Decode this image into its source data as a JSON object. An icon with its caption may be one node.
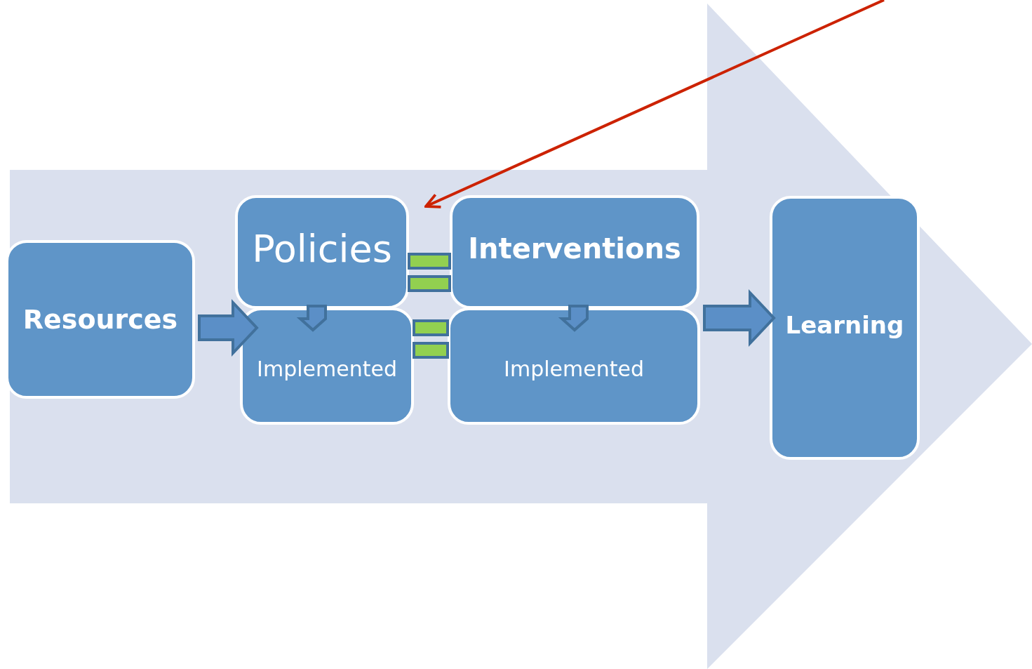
{
  "diagram": {
    "nodes": [
      {
        "text": [
          "Resources"
        ]
      },
      {
        "text": [
          "Policies"
        ]
      },
      {
        "text": [
          "Implemented"
        ]
      },
      {
        "text": [
          "Interventions"
        ]
      },
      {
        "text": [
          "Implemented"
        ]
      },
      {
        "text": [
          "Learning"
        ]
      }
    ],
    "edges": [
      {
        "from": 0,
        "to": 2,
        "arrow": "to"
      },
      {
        "from": 1,
        "to": 2,
        "arrow": "to"
      },
      {
        "from": 3,
        "to": 4,
        "arrow": "to"
      },
      {
        "from": 1,
        "to": 3,
        "arrow": "none",
        "color": "#92d050"
      },
      {
        "from": 2,
        "to": 4,
        "arrow": "none",
        "color": "#92d050"
      },
      {
        "from": 4,
        "to": 5,
        "arrow": "to"
      },
      {
        "from": null,
        "to": 1,
        "arrow": "to",
        "color": "#cc2200"
      }
    ]
  }
}
